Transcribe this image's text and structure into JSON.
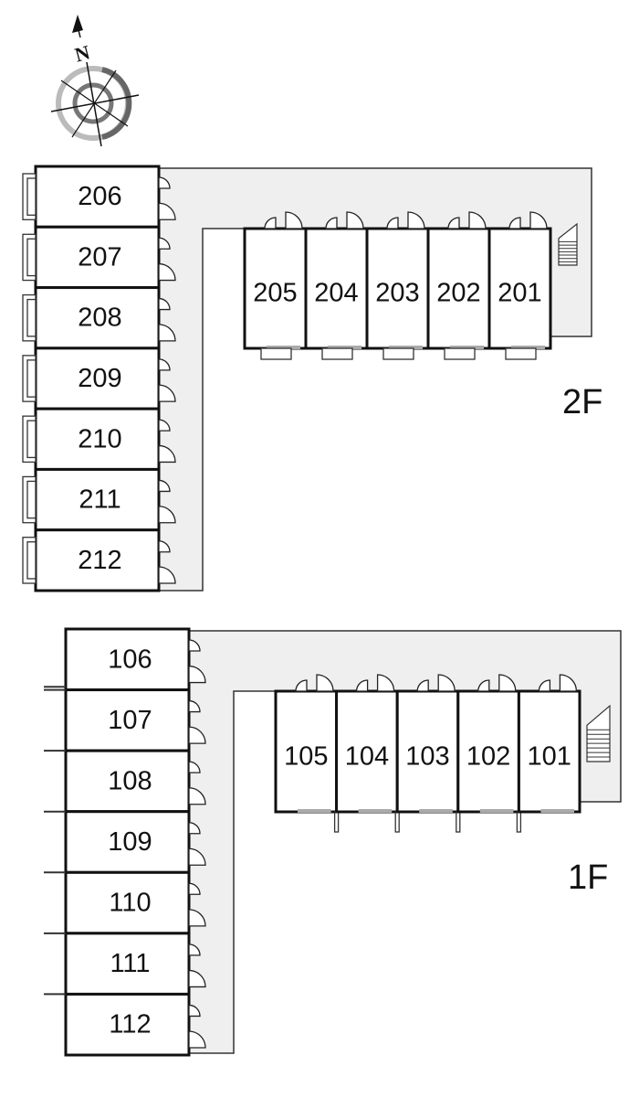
{
  "compass": {
    "north_label": "N"
  },
  "floors": [
    {
      "label": "2F",
      "column_units": [
        "206",
        "207",
        "208",
        "209",
        "210",
        "211",
        "212"
      ],
      "row_units": [
        "205",
        "204",
        "203",
        "202",
        "201"
      ]
    },
    {
      "label": "1F",
      "column_units": [
        "106",
        "107",
        "108",
        "109",
        "110",
        "111",
        "112"
      ],
      "row_units": [
        "105",
        "104",
        "103",
        "102",
        "101"
      ]
    }
  ]
}
